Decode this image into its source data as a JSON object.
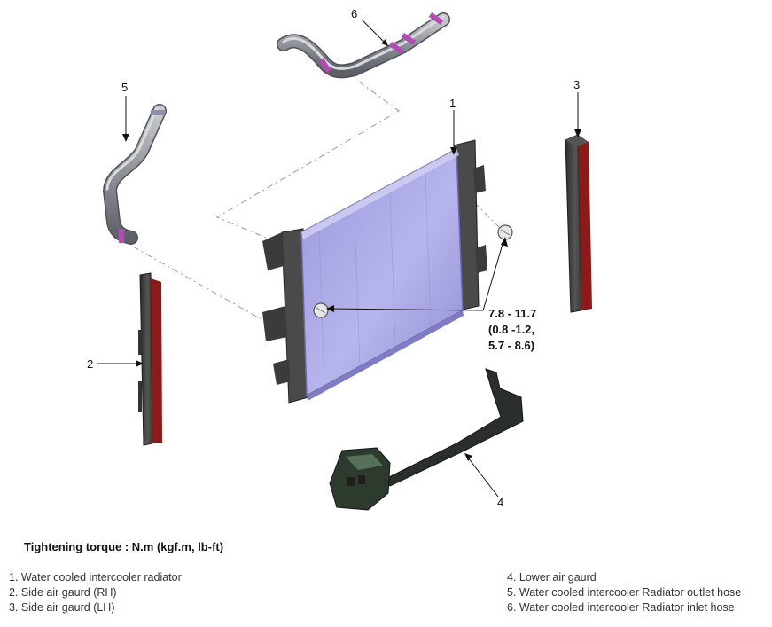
{
  "callouts": {
    "c1": "1",
    "c2": "2",
    "c3": "3",
    "c4": "4",
    "c5": "5",
    "c6": "6"
  },
  "torque": {
    "line1": "7.8 - 11.7",
    "line2": "(0.8 -1.2,",
    "line3": "5.7 - 8.6)"
  },
  "caption": {
    "title": "Tightening torque : N.m (kgf.m, lb-ft)"
  },
  "legend": {
    "left": [
      "1. Water cooled intercooler radiator",
      "2. Side air gaurd (RH)",
      "3. Side air gaurd (LH)"
    ],
    "right": [
      "4. Lower air gaurd",
      "5. Water cooled intercooler Radiator outlet hose",
      "6. Water cooled intercooler Radiator inlet hose"
    ]
  },
  "colors": {
    "radiator_core": "#a9a6e2",
    "hose": "#8f9298",
    "clamp": "#b24bb5",
    "guard_dark": "#3c3c3c",
    "guard_red": "#8b1a1a",
    "lower_guard": "#2b3a2d"
  }
}
